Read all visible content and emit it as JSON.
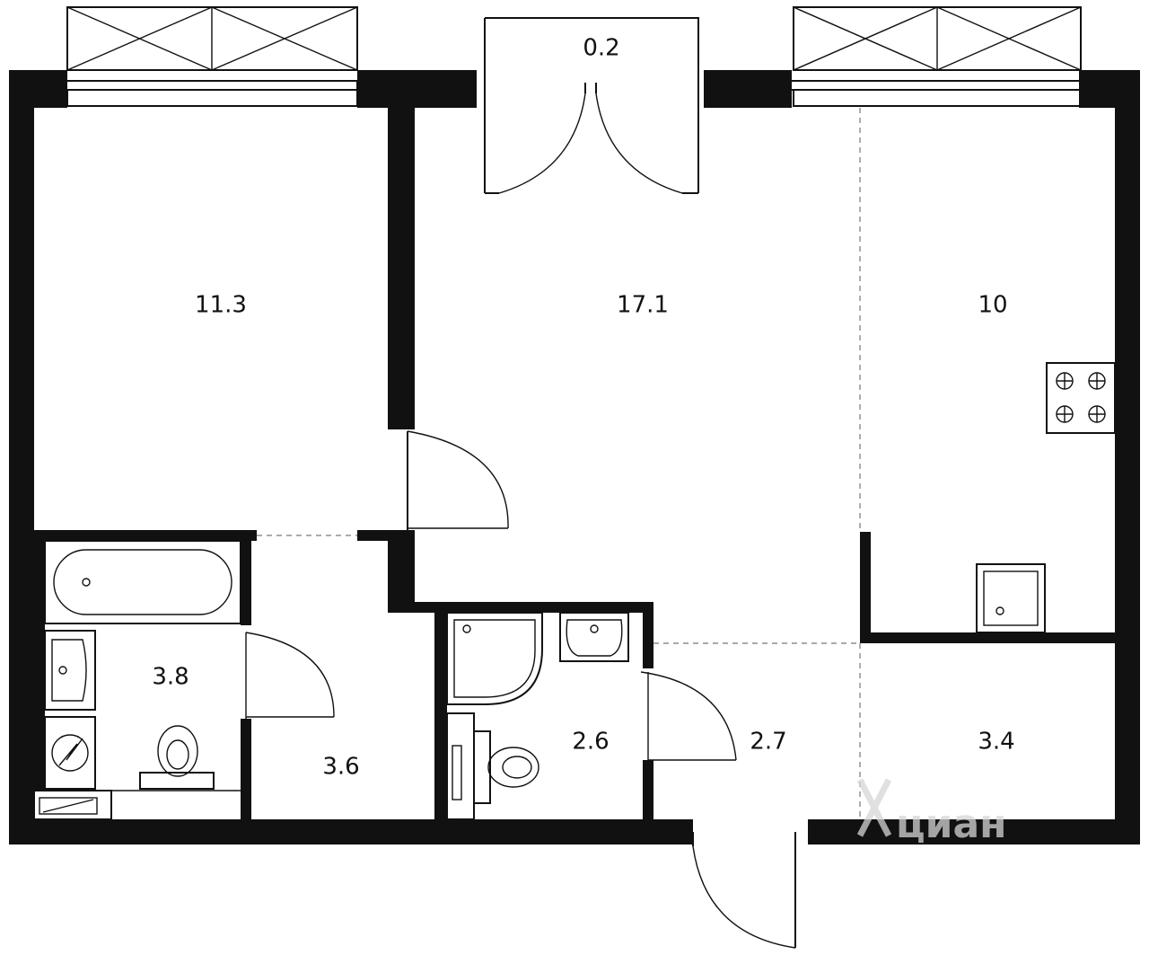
{
  "plan": {
    "rooms": [
      {
        "id": "bedroom",
        "area": "11.3"
      },
      {
        "id": "living",
        "area": "17.1"
      },
      {
        "id": "kitchen",
        "area": "10"
      },
      {
        "id": "balcony",
        "area": "0.2"
      },
      {
        "id": "bathroom",
        "area": "3.8"
      },
      {
        "id": "hall-left",
        "area": "3.6"
      },
      {
        "id": "wc",
        "area": "2.6"
      },
      {
        "id": "corridor",
        "area": "2.7"
      },
      {
        "id": "hall-right",
        "area": "3.4"
      }
    ],
    "watermark": "циан",
    "colors": {
      "wall": "#111111",
      "background": "#ffffff",
      "watermark": "#d6d6d6"
    }
  }
}
